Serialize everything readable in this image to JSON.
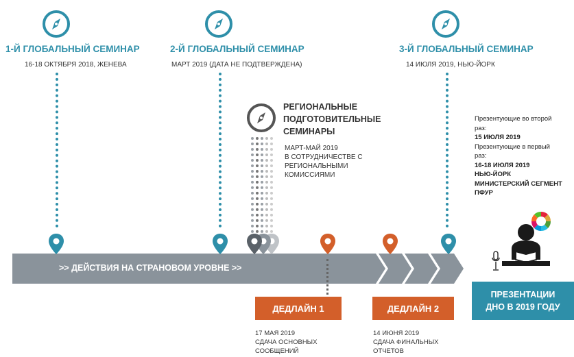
{
  "seminars": [
    {
      "title": "1-Й ГЛОБАЛЬНЫЙ СЕМИНАР",
      "subtitle": "16-18 ОКТЯБРЯ 2018, ЖЕНЕВА"
    },
    {
      "title": "2-Й ГЛОБАЛЬНЫЙ СЕМИНАР",
      "subtitle": "МАРТ 2019 (ДАТА НЕ ПОДТВЕРЖДЕНА)"
    },
    {
      "title": "3-Й ГЛОБАЛЬНЫЙ СЕМИНАР",
      "subtitle": "14 ИЮЛЯ 2019, НЬЮ-ЙОРК"
    }
  ],
  "regional": {
    "title_lines": [
      "РЕГИОНАЛЬНЫЕ",
      "ПОДГОТОВИТЕЛЬНЫЕ",
      "СЕМИНАРЫ"
    ],
    "sub_lines": [
      "МАРТ-МАЙ 2019",
      "В СОТРУДНИЧЕСТВЕ С",
      "РЕГИОНАЛЬНЫМИ",
      "КОМИССИЯМИ"
    ]
  },
  "presenters": {
    "lines": [
      "Презентующие во второй",
      "раз:",
      "15 ИЮЛЯ 2019",
      "Презентующие в первый",
      "раз:",
      "16-18 ИЮЛЯ 2019",
      "НЬЮ-ЙОРК",
      "МИНИСТЕРСКИЙ СЕГМЕНТ",
      "ПФУР"
    ]
  },
  "timeline": {
    "label": ">>  ДЕЙСТВИЯ НА СТРАНОВОМ УРОВНЕ  >>"
  },
  "deadlines": [
    {
      "label": "ДЕДЛАЙН 1",
      "sub_lines": [
        "17 МАЯ 2019",
        "СДАЧА ОСНОВНЫХ",
        "СООБЩЕНИЙ"
      ]
    },
    {
      "label": "ДЕДЛАЙН 2",
      "sub_lines": [
        "14 ИЮНЯ 2019",
        "СДАЧА ФИНАЛЬНЫХ",
        "ОТЧЕТОВ"
      ]
    }
  ],
  "presentation": {
    "lines": [
      "ПРЕЗЕНТАЦИИ",
      "ДНО В 2019 ГОДУ"
    ]
  },
  "colors": {
    "teal": "#2e8fa9",
    "orange": "#d35f2a",
    "grey_bar": "#8a939b",
    "dark": "#333333"
  },
  "icons": [
    "compass-icon",
    "map-pin-icon",
    "presenter-icon",
    "microphone-icon",
    "sdg-wheel-icon"
  ]
}
